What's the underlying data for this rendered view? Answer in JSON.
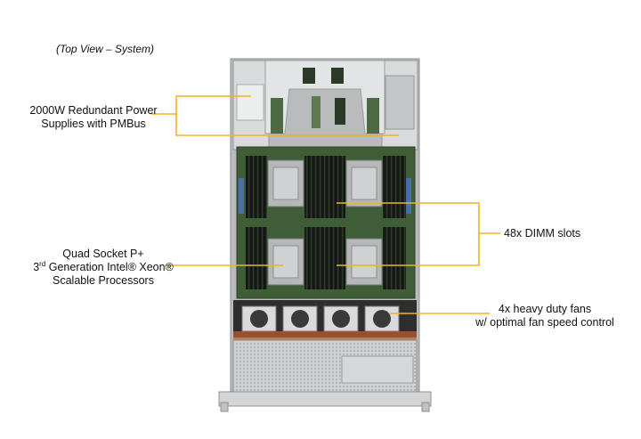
{
  "view_caption": "(Top View – System)",
  "callouts": {
    "psu": {
      "line1": "2000W Redundant Power",
      "line2": "Supplies with PMBus"
    },
    "dimm": {
      "text": "48x DIMM slots"
    },
    "cpu": {
      "line1": "Quad Socket P+",
      "line2_ordinal": "3",
      "line2_sup": "rd",
      "line2_rest": " Generation Intel® Xeon®",
      "line3": "Scalable Processors"
    },
    "fans": {
      "line1": "4x heavy duty fans",
      "line2": "w/ optimal fan speed control"
    }
  },
  "colors": {
    "leader_line": "#f0b323",
    "chassis_metal": "#c9cbcd",
    "motherboard": "#3f5d36",
    "dimm_black": "#1c1c1c",
    "cpu_socket": "#b5b7b8"
  }
}
